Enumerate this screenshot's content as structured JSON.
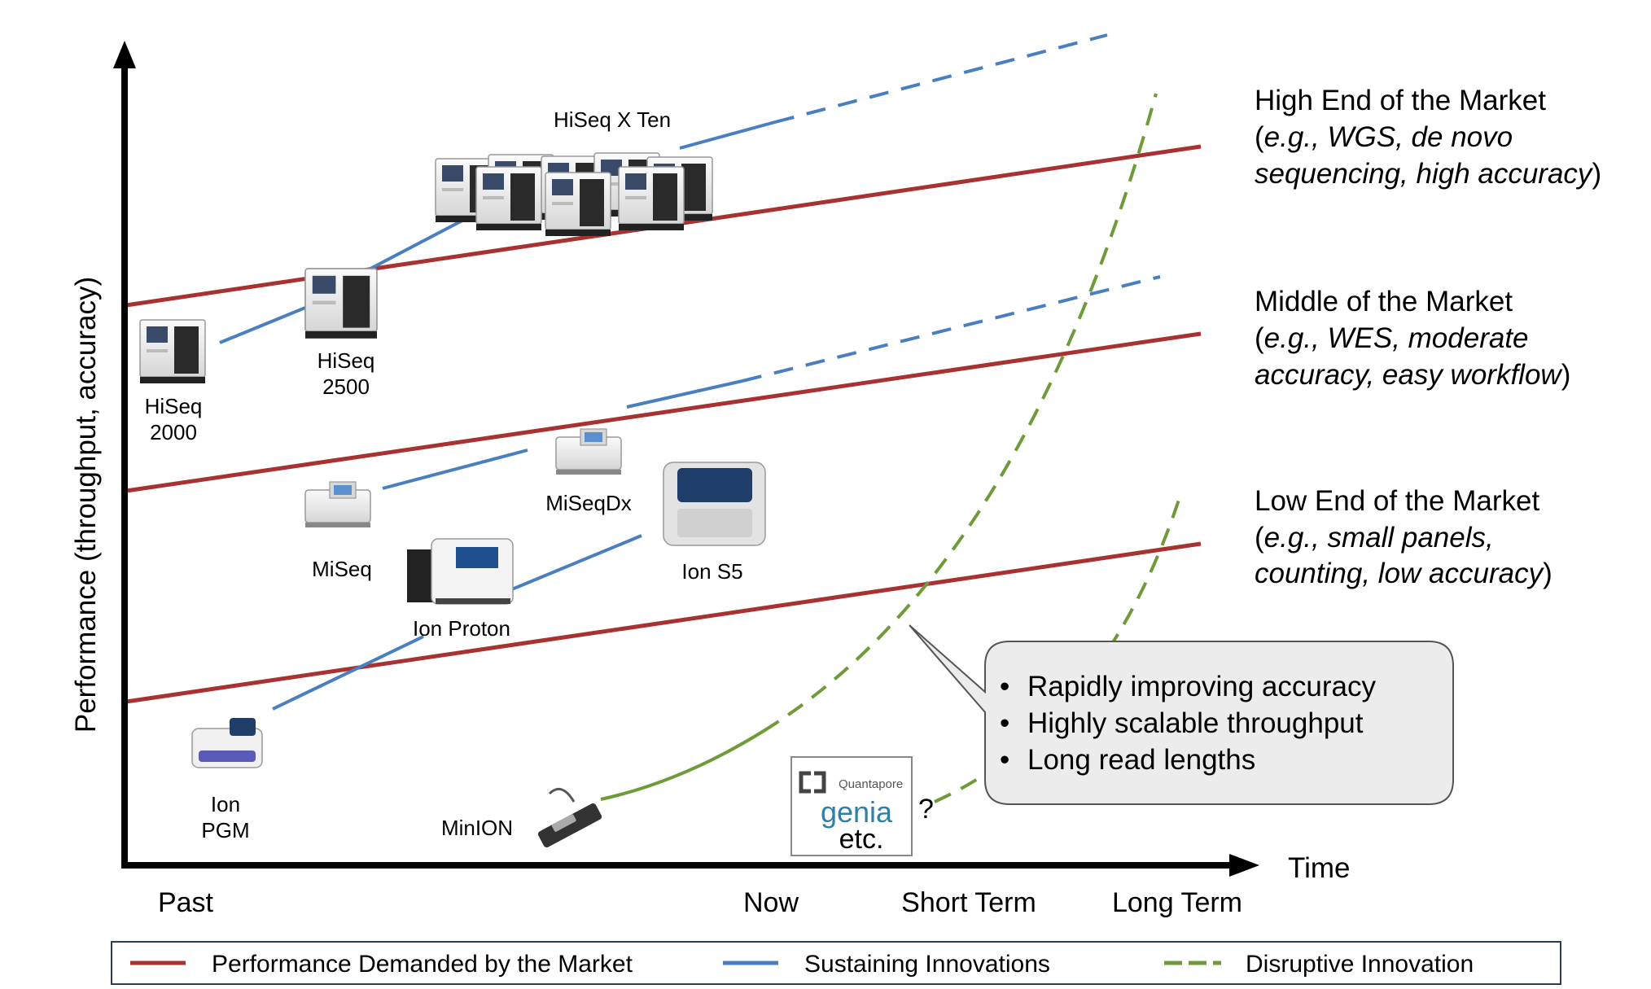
{
  "axes": {
    "y_label": "Performance (throughput, accuracy)",
    "x_label": "Time",
    "ticks": [
      "Past",
      "Now",
      "Short Term",
      "Long Term"
    ]
  },
  "segments": [
    {
      "title": "High End of the Market",
      "example_prefix": "(",
      "example_line1": "e.g., WGS, de novo",
      "example_line2": "sequencing, high accuracy",
      "example_suffix": ")"
    },
    {
      "title": "Middle of the Market",
      "example_prefix": "(",
      "example_line1": "e.g., WES, moderate",
      "example_line2": "accuracy, easy workflow",
      "example_suffix": ")"
    },
    {
      "title": "Low End of the Market",
      "example_prefix": "(",
      "example_line1": "e.g., small panels,",
      "example_line2": "counting, low accuracy",
      "example_suffix": ")"
    }
  ],
  "devices": {
    "hiseq_x_ten": "HiSeq X Ten",
    "hiseq_2500_line1": "HiSeq",
    "hiseq_2500_line2": "2500",
    "hiseq_2000_line1": "HiSeq",
    "hiseq_2000_line2": "2000",
    "miseq": "MiSeq",
    "miseqdx": "MiSeqDx",
    "ion_proton": "Ion Proton",
    "ion_s5": "Ion S5",
    "ion_pgm_line1": "Ion",
    "ion_pgm_line2": "PGM",
    "minion": "MinION"
  },
  "logo_box": {
    "brand": "Quantapore",
    "genia": "genia",
    "etc": "etc."
  },
  "question_mark": "?",
  "callout": {
    "bullet": "•",
    "items": [
      "Rapidly improving accuracy",
      "Highly scalable throughput",
      "Long read lengths"
    ]
  },
  "legend": [
    {
      "label": "Performance Demanded by the Market",
      "color": "#a83232",
      "style": "solid"
    },
    {
      "label": "Sustaining Innovations",
      "color": "#4a7fbf",
      "style": "solid"
    },
    {
      "label": "Disruptive Innovation",
      "color": "#6f9a3a",
      "style": "dashed"
    }
  ],
  "colors": {
    "market_demand": "#a83232",
    "sustaining": "#4a7fbf",
    "disruptive": "#6f9a3a",
    "callout_fill": "#ececec",
    "callout_stroke": "#555555",
    "legend_border": "#2b3e56"
  }
}
